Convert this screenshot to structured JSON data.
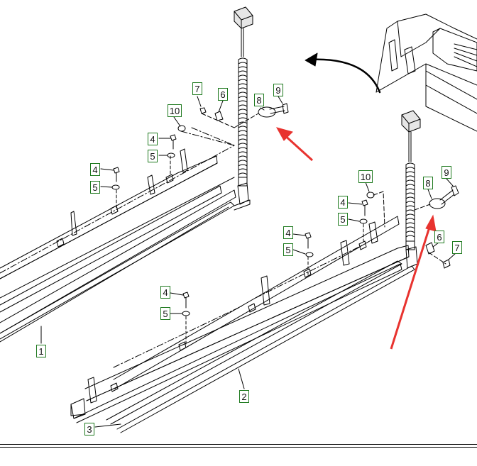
{
  "callouts": {
    "c1": "1",
    "c2": "2",
    "c3": "3",
    "c4a": "4",
    "c4b": "4",
    "c4c": "4",
    "c4d": "4",
    "c4e": "4",
    "c5a": "5",
    "c5b": "5",
    "c5c": "5",
    "c5d": "5",
    "c5e": "5",
    "c6a": "6",
    "c6b": "6",
    "c7a": "7",
    "c7b": "7",
    "c8a": "8",
    "c8b": "8",
    "c9a": "9",
    "c9b": "9",
    "c10a": "10",
    "c10b": "10"
  },
  "colors": {
    "callout_border": "#1f7a1f",
    "arrow": "#e8332f",
    "line": "#000000",
    "background": "#ffffff"
  }
}
